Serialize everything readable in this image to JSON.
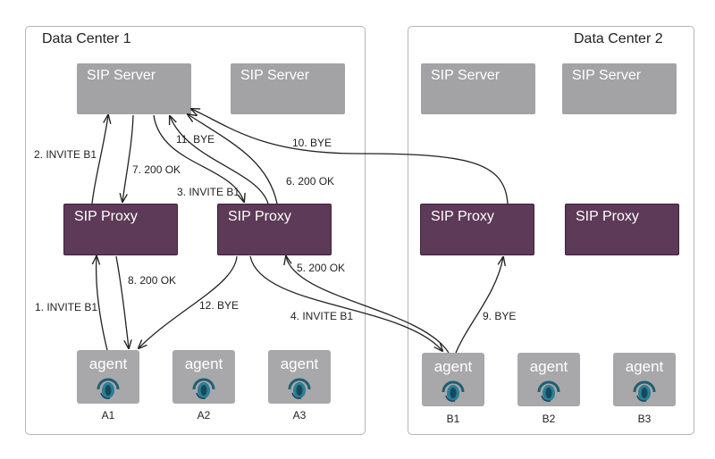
{
  "datacenters": [
    {
      "title": "Data Center 1"
    },
    {
      "title": "Data Center 2"
    }
  ],
  "servers": [
    "SIP Server",
    "SIP Server",
    "SIP Server",
    "SIP Server"
  ],
  "proxies": [
    "SIP Proxy",
    "SIP Proxy",
    "SIP Proxy",
    "SIP Proxy"
  ],
  "agents": [
    {
      "label": "agent",
      "id": "A1"
    },
    {
      "label": "agent",
      "id": "A2"
    },
    {
      "label": "agent",
      "id": "A3"
    },
    {
      "label": "agent",
      "id": "B1"
    },
    {
      "label": "agent",
      "id": "B2"
    },
    {
      "label": "agent",
      "id": "B3"
    }
  ],
  "messages": [
    "1. INVITE B1",
    "2. INVITE B1",
    "3. INVITE B1",
    "4. INVITE B1",
    "5. 200 OK",
    "6. 200 OK",
    "7. 200 OK",
    "8. 200 OK",
    "9. BYE",
    "10. BYE",
    "11. BYE",
    "12. BYE"
  ],
  "colors": {
    "server": "#a3a3a5",
    "proxy": "#5d3a58",
    "agent": "#a8a8aa",
    "headset": "#2a7f97"
  },
  "icons": {
    "agent": "headset-icon"
  }
}
